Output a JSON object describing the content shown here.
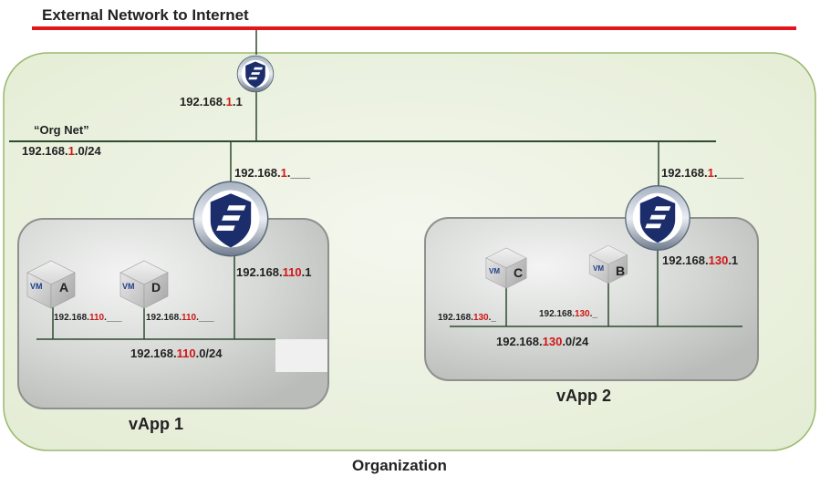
{
  "external_network": {
    "label": "External Network to Internet",
    "line_color": "#e3151b"
  },
  "organization": {
    "label": "Organization",
    "fill_color": "#ecf2df",
    "border_color": "#9bb86e"
  },
  "org_net": {
    "name": "“Org Net”",
    "subnet": {
      "prefix": "192.168.",
      "highlight": "1",
      "suffix": ".0/24"
    }
  },
  "edge_firewall": {
    "icon": "firewall-shield-icon",
    "ip": {
      "prefix": "192.168.",
      "highlight": "1",
      "suffix": ".1"
    }
  },
  "vapps": [
    {
      "name": "vApp 1",
      "firewall_outside_ip": {
        "prefix": "192.168.",
        "highlight": "1",
        "suffix": ".___"
      },
      "firewall_inside_ip": {
        "prefix": "192.168.",
        "highlight": "110",
        "suffix": ".1"
      },
      "subnet": {
        "prefix": "192.168.",
        "highlight": "110",
        "suffix": ".0/24"
      },
      "vms": [
        {
          "letter": "A",
          "icon_text": "VM",
          "ip": {
            "prefix": "192.168.",
            "highlight": "110",
            "suffix": ".___"
          }
        },
        {
          "letter": "D",
          "icon_text": "VM",
          "ip": {
            "prefix": "192.168.",
            "highlight": "110",
            "suffix": ".___"
          }
        }
      ]
    },
    {
      "name": "vApp 2",
      "firewall_outside_ip": {
        "prefix": "192.168.",
        "highlight": "1",
        "suffix": ".____"
      },
      "firewall_inside_ip": {
        "prefix": "192.168.",
        "highlight": "130",
        "suffix": ".1"
      },
      "subnet": {
        "prefix": "192.168.",
        "highlight": "130",
        "suffix": ".0/24"
      },
      "vms": [
        {
          "letter": "C",
          "icon_text": "VM",
          "ip": {
            "prefix": "192.168.",
            "highlight": "130",
            "suffix": "._"
          }
        },
        {
          "letter": "B",
          "icon_text": "VM",
          "ip": {
            "prefix": "192.168.",
            "highlight": "130",
            "suffix": "._"
          }
        }
      ]
    }
  ],
  "colors": {
    "highlight": "#d01616",
    "vapp_fill": "#cfd2cf",
    "vapp_border": "#8e908d",
    "line": "#2f4a2f"
  }
}
